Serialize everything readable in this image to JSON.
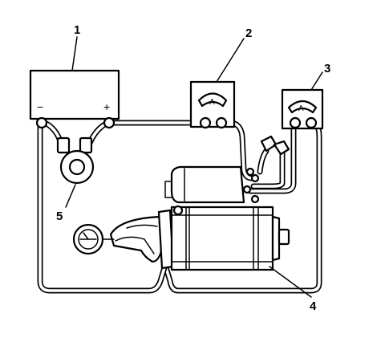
{
  "callouts": [
    "1",
    "2",
    "3",
    "4",
    "5"
  ],
  "battery": {
    "negative_label": "−",
    "positive_label": "+"
  },
  "ammeter": {
    "symbol": "A"
  }
}
